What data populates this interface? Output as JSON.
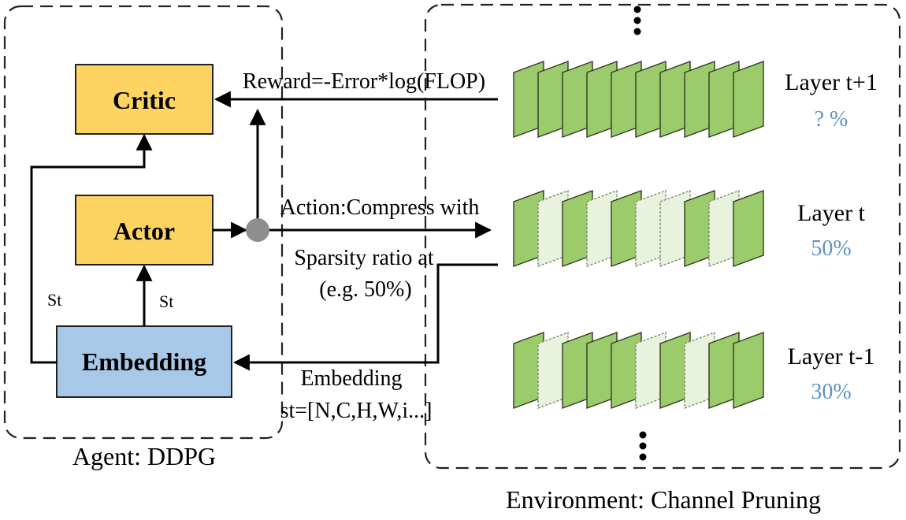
{
  "agent": {
    "caption": "Agent: DDPG",
    "critic_label": "Critic",
    "actor_label": "Actor",
    "embedding_label": "Embedding",
    "state_label_left": "St",
    "state_label_center": "St"
  },
  "environment": {
    "caption": "Environment: Channel Pruning",
    "layers": [
      {
        "name": "Layer t+1",
        "ratio": "? %",
        "pruned": [
          false,
          false,
          false,
          false,
          false,
          false,
          false,
          false,
          false,
          false
        ]
      },
      {
        "name": "Layer t",
        "ratio": "50%",
        "pruned": [
          false,
          true,
          false,
          true,
          false,
          true,
          true,
          false,
          true,
          false
        ]
      },
      {
        "name": "Layer t-1",
        "ratio": "30%",
        "pruned": [
          false,
          true,
          false,
          false,
          false,
          true,
          false,
          true,
          false,
          false
        ]
      }
    ]
  },
  "annotations": {
    "reward": "Reward=-Error*log(FLOP)",
    "action_line1": "Action:Compress with",
    "action_line2": "Sparsity ratio at",
    "action_line3": "(e.g. 50%)",
    "embedding_line1": "Embedding",
    "embedding_line2": "st=[N,C,H,W,i...]"
  },
  "colors": {
    "agent_box": "#fdd462",
    "embedding_box": "#a8c8e8",
    "channel": "#9ccb6c",
    "channel_pruned": "#e8f2dc",
    "ratio_text": "#5f93c1",
    "junction": "#8e8e8e"
  }
}
